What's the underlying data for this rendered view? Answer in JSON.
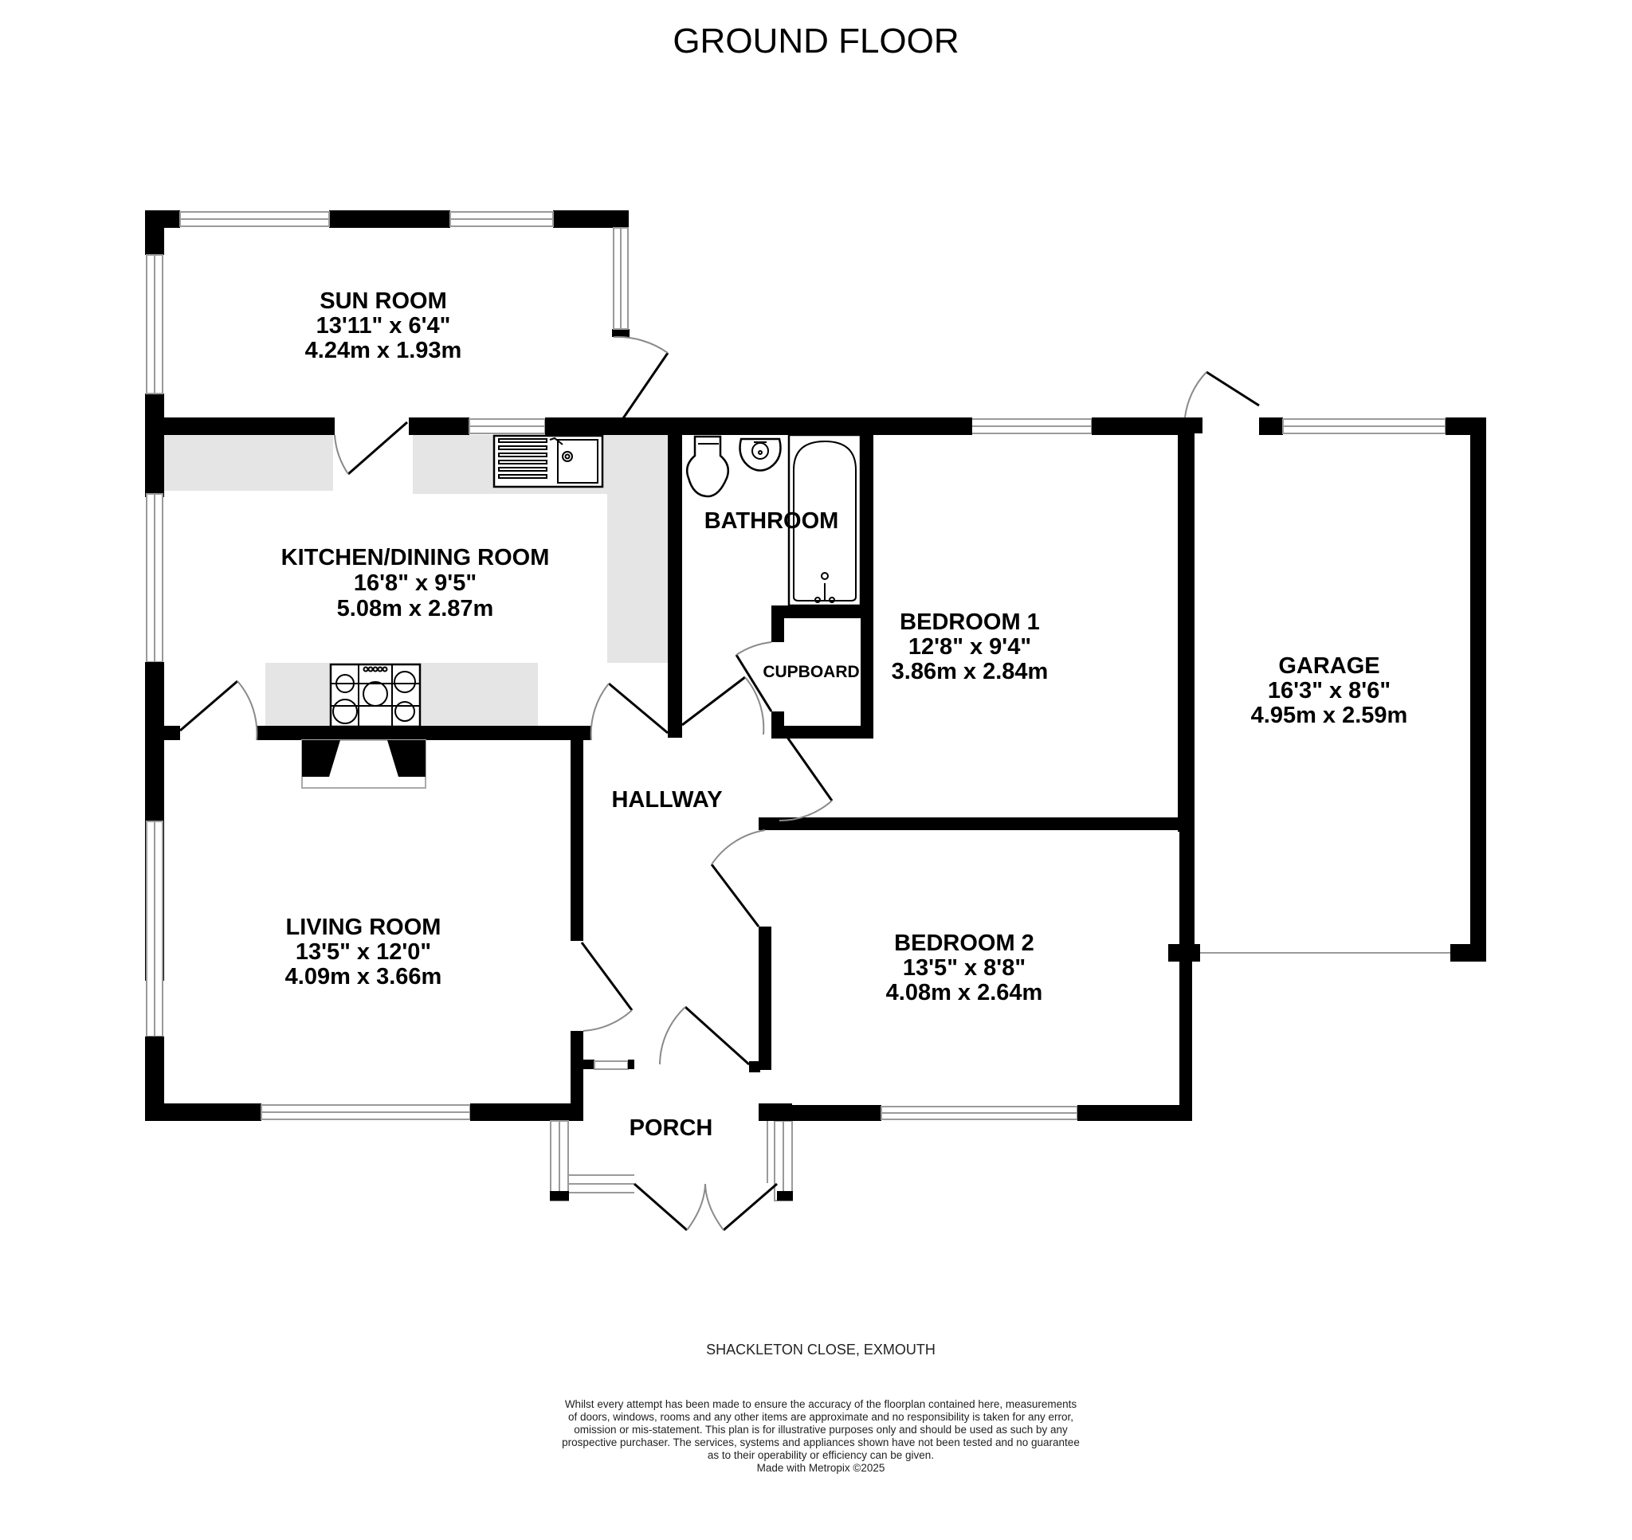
{
  "floor_title": "GROUND FLOOR",
  "rooms": {
    "sun_room": {
      "name": "SUN ROOM",
      "imperial": "13'11\"  x 6'4\"",
      "metric": "4.24m  x 1.93m"
    },
    "kitchen": {
      "name": "KITCHEN/DINING ROOM",
      "imperial": "16'8\"  x 9'5\"",
      "metric": "5.08m  x 2.87m"
    },
    "bathroom": {
      "name": "BATHROOM"
    },
    "cupboard": {
      "name": "CUPBOARD"
    },
    "bedroom1": {
      "name": "BEDROOM 1",
      "imperial": "12'8\"  x 9'4\"",
      "metric": "3.86m  x 2.84m"
    },
    "garage": {
      "name": "GARAGE",
      "imperial": "16'3\"  x 8'6\"",
      "metric": "4.95m  x 2.59m"
    },
    "hallway": {
      "name": "HALLWAY"
    },
    "living_room": {
      "name": "LIVING ROOM",
      "imperial": "13'5\"  x 12'0\"",
      "metric": "4.09m  x 3.66m"
    },
    "bedroom2": {
      "name": "BEDROOM 2",
      "imperial": "13'5\"  x 8'8\"",
      "metric": "4.08m  x 2.64m"
    },
    "porch": {
      "name": "PORCH"
    }
  },
  "fixtures": [
    "sink-icon",
    "hob-icon",
    "toilet-icon",
    "basin-icon",
    "bath-icon",
    "fireplace-icon"
  ],
  "colors": {
    "wall": "#000000",
    "counter": "#e5e5e5",
    "window": "#9a9a9a",
    "background": "#ffffff"
  },
  "footer": {
    "address": "SHACKLETON CLOSE, EXMOUTH",
    "disclaimer": [
      "Whilst every attempt has been made to ensure the accuracy of the floorplan contained here, measurements",
      "of doors, windows, rooms and any other items are approximate and no responsibility is taken for any error,",
      "omission or mis-statement. This plan is for illustrative purposes only and should be used as such by any",
      "prospective purchaser. The services, systems and appliances shown have not been tested and no guarantee",
      "as to their operability or efficiency can be given."
    ],
    "credit": "Made with Metropix ©2025"
  }
}
